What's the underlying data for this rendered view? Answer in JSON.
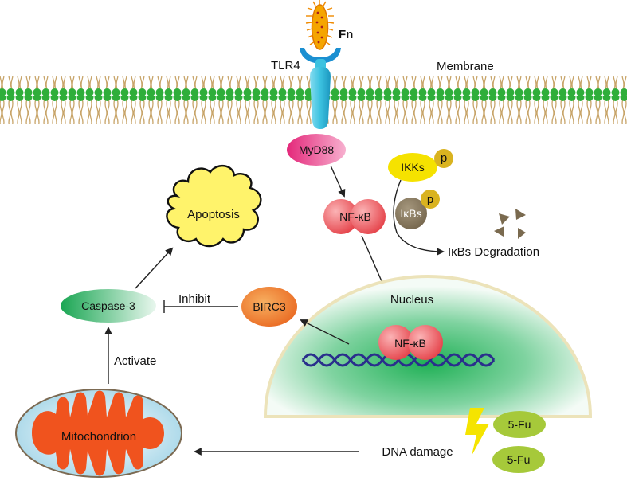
{
  "labels": {
    "fn": "Fn",
    "tlr4": "TLR4",
    "membrane": "Membrane",
    "myd88": "MyD88",
    "ikks": "IKKs",
    "p": "p",
    "ikbs": "IκBs",
    "nfkb": "NF-κB",
    "degradation": "IκBs Degradation",
    "apoptosis": "Apoptosis",
    "caspase3": "Caspase-3",
    "inhibit": "Inhibit",
    "birc3": "BIRC3",
    "nucleus": "Nucleus",
    "activate": "Activate",
    "mitochondrion": "Mitochondrion",
    "dna_damage": "DNA damage",
    "fu": "5-Fu"
  },
  "colors": {
    "membrane_head": "#2fae3a",
    "membrane_tail": "#c8a56a",
    "tlr4": "#3cc2e0",
    "tlr4_cap": "#1b8fd1",
    "myd88": "#e4287a",
    "nfkb": "#e2343c",
    "ikks": "#f5e200",
    "phospho": "#d9b320",
    "ikbs": "#7a6a4f",
    "caspase": "#1aa653",
    "birc3": "#ea6a1a",
    "nucleus": "#2db55d",
    "nucleus_edge": "#ece3ba",
    "mito": "#f0531e",
    "mito_outer": "#a9d8e8",
    "fu": "#a6c93a",
    "lightning": "#f5e400",
    "dna": "#2a2f8c",
    "apoptosis": "#fff36b"
  }
}
